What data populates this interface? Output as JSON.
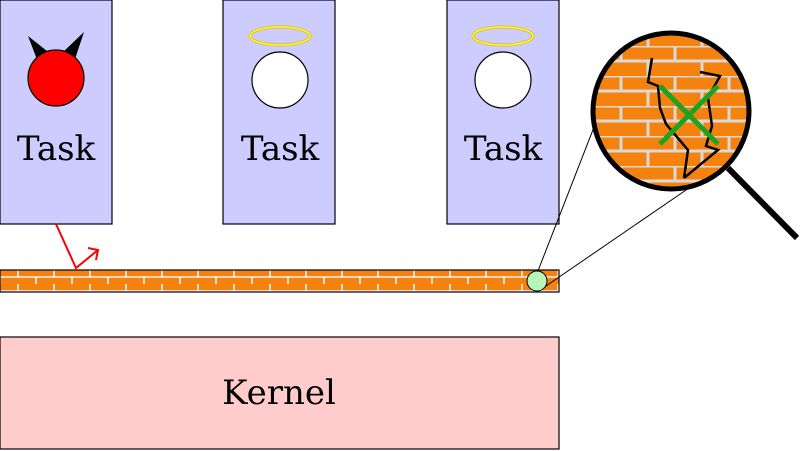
{
  "tasks": [
    {
      "label": "Task",
      "kind": "malicious",
      "icon": "devil-horns-icon"
    },
    {
      "label": "Task",
      "kind": "benign",
      "icon": "halo-icon"
    },
    {
      "label": "Task",
      "kind": "benign",
      "icon": "halo-icon"
    }
  ],
  "kernel": {
    "label": "Kernel"
  },
  "barrier": {
    "name": "brick-wall",
    "magnified_icon": "magnifying-glass-icon",
    "crack": true
  },
  "colors": {
    "task_fill": "#ccccff",
    "kernel_fill": "#ffcccc",
    "brick_orange": "#f5820f",
    "mortar": "#f2f2f2",
    "devil_red": "#ff0000",
    "attack_arrow": "#ff0000",
    "halo_yellow": "#ffff00",
    "halo_stroke": "#e5c100",
    "cross_green": "#1fa31f",
    "breach_point": "#b8f5b8"
  }
}
